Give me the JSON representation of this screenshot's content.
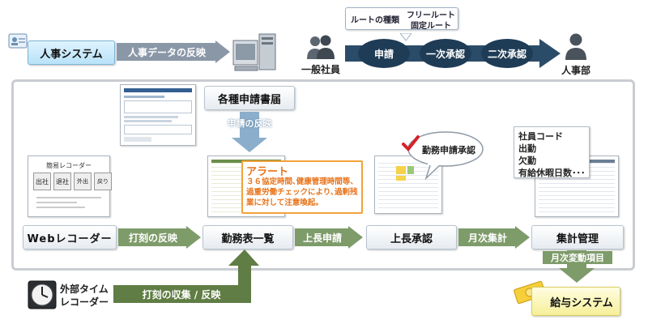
{
  "top": {
    "hr_system": "人事システム",
    "hr_data_arrow": "人事データの反映",
    "employee": "一般社員",
    "route_types": "ルートの種類",
    "route_free": "フリールート",
    "route_fixed": "固定ルート",
    "flow_apply": "申請",
    "flow_first": "一次承認",
    "flow_second": "二次承認",
    "hr_dept": "人事部"
  },
  "main": {
    "forms_box": "各種申請書届",
    "forms_arrow": "申請の反映",
    "alert_title": "アラート",
    "alert_body": "３６協定時間､健康管理時間等、過重労働チェックにより､過剰残業に対して注意喚起。",
    "bubble": "勤務申請承認",
    "summary_items": [
      "社員コード",
      "出勤",
      "欠勤",
      "有給休暇日数･･･"
    ],
    "recorder_title": "簡易レコーダー",
    "recorder_buttons": [
      "出社",
      "退社",
      "外出",
      "戻り"
    ],
    "web_recorder": "Webレコーダー",
    "arrow_stamp": "打刻の反映",
    "attendance": "勤務表一覧",
    "arrow_manager": "上長申請",
    "manager_approval": "上長承認",
    "arrow_monthly": "月次集計",
    "aggregate": "集計管理",
    "arrow_monthly_items": "月次変動項目"
  },
  "bottom": {
    "external_recorder_1": "外部タイム",
    "external_recorder_2": "レコーダー",
    "collect_arrow": "打刻の収集 / 反映",
    "payroll": "給与システム"
  }
}
